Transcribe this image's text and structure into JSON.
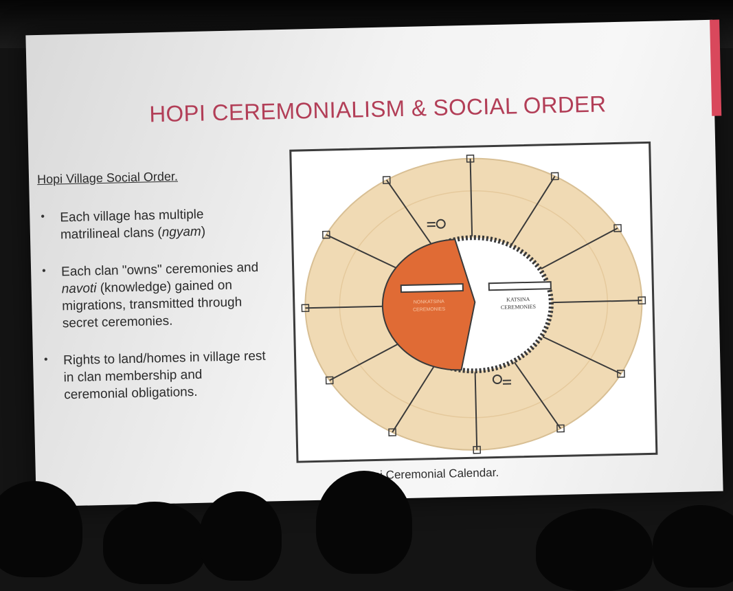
{
  "slide": {
    "title": "HOPI CEREMONIALISM & SOCIAL ORDER",
    "subheading": "Hopi Village Social Order.",
    "bullets": [
      {
        "pre": "Each village has multiple matrilineal clans (",
        "em": "ngyam",
        "post": ")"
      },
      {
        "pre": "Each clan \"owns\" ceremonies and ",
        "em": "navoti",
        "post": " (knowledge) gained on migrations, transmitted through secret ceremonies."
      },
      {
        "pre": "Rights to land/homes in village rest in clan membership and ceremonial obligations.",
        "em": "",
        "post": ""
      }
    ],
    "diagram": {
      "left_label": [
        "NONKATSINA",
        "CEREMONIES"
      ],
      "right_label": [
        "KATSINA",
        "CEREMONIES"
      ],
      "colors": {
        "outer": "#f0dab4",
        "accent": "#e06b35",
        "spoke": "#3a3a3a"
      }
    },
    "caption": "Hopi Ceremonial Calendar.",
    "accent_color": "#b23e57"
  }
}
